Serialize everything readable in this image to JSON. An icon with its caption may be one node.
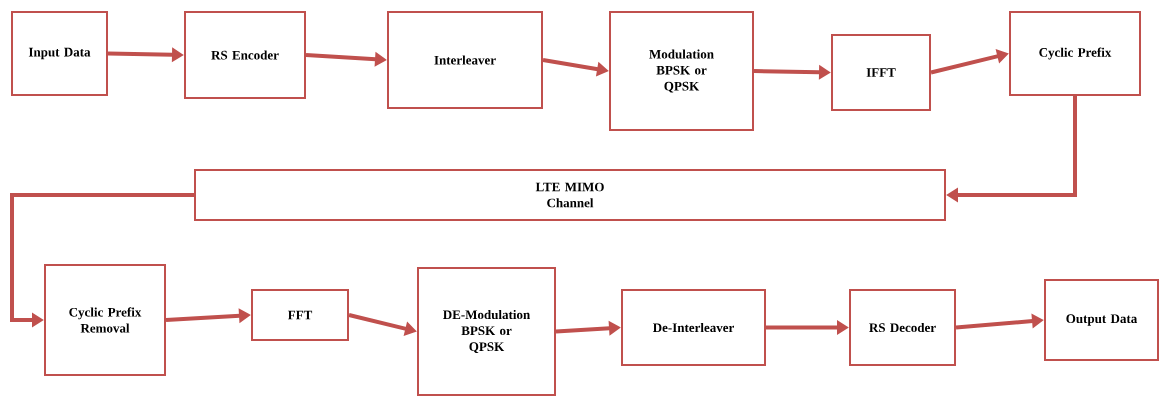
{
  "diagram": {
    "nodes": [
      {
        "text": [
          "Input Data"
        ]
      },
      {
        "text": [
          "RS Encoder"
        ]
      },
      {
        "text": [
          "Interleaver"
        ]
      },
      {
        "text": [
          "Modulation BPSK or QPSK"
        ]
      },
      {
        "text": [
          "IFFT"
        ]
      },
      {
        "text": [
          "Cyclic Prefix"
        ]
      },
      {
        "text": [
          "LTE MIMO Channel"
        ]
      },
      {
        "text": [
          "Cyclic Prefix Removal"
        ]
      },
      {
        "text": [
          "FFT"
        ]
      },
      {
        "text": [
          "DE-Modulation BPSK or QPSK"
        ]
      },
      {
        "text": [
          "De-Interleaver"
        ]
      },
      {
        "text": [
          "RS Decoder"
        ]
      },
      {
        "text": [
          "Output Data"
        ]
      }
    ],
    "edges": [
      {
        "from": 0,
        "to": 1,
        "arrow": "to"
      },
      {
        "from": 1,
        "to": 2,
        "arrow": "to"
      },
      {
        "from": 2,
        "to": 3,
        "arrow": "to"
      },
      {
        "from": 3,
        "to": 4,
        "arrow": "to"
      },
      {
        "from": 4,
        "to": 5,
        "arrow": "to"
      },
      {
        "from": 5,
        "to": 6,
        "arrow": "to"
      },
      {
        "from": 6,
        "to": 7,
        "arrow": "to"
      },
      {
        "from": 7,
        "to": 8,
        "arrow": "to"
      },
      {
        "from": 8,
        "to": 9,
        "arrow": "to"
      },
      {
        "from": 9,
        "to": 10,
        "arrow": "to"
      },
      {
        "from": 10,
        "to": 11,
        "arrow": "to"
      },
      {
        "from": 11,
        "to": 12,
        "arrow": "to"
      }
    ]
  }
}
